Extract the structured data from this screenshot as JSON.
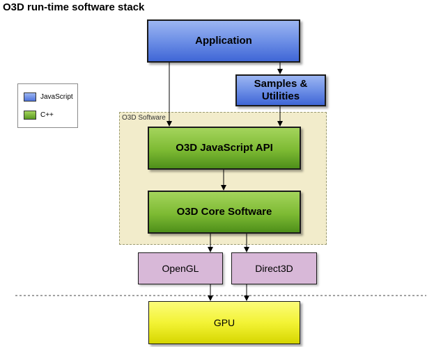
{
  "title": "O3D run-time software stack",
  "legend": {
    "items": [
      {
        "label": "JavaScript",
        "color": "#6d8fe6"
      },
      {
        "label": "C++",
        "color": "#7dba33"
      }
    ]
  },
  "group": {
    "label": "O3D Software"
  },
  "boxes": {
    "application": "Application",
    "samples_utilities": "Samples & Utilities",
    "javascript_api": "O3D JavaScript API",
    "core_software": "O3D Core Software",
    "opengl": "OpenGL",
    "direct3d": "Direct3D",
    "gpu": "GPU"
  },
  "colors": {
    "javascript": "#6d8fe6",
    "cpp": "#7dba33",
    "graphics_api": "#d8b8d8",
    "gpu": "#f3f335",
    "group_background": "#f2eccb"
  }
}
